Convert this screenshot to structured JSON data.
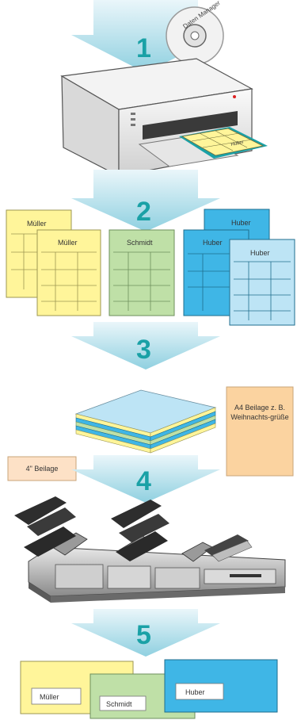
{
  "steps": [
    "1",
    "2",
    "3",
    "4",
    "5"
  ],
  "cd_label": "Daten Manager",
  "printer_sheet_label": "Huber",
  "documents": {
    "mueller_back": "Müller",
    "mueller_front": "Müller",
    "schmidt": "Schmidt",
    "huber_back": "Huber",
    "huber_mid": "Huber",
    "huber_front": "Huber"
  },
  "insert_a4": "A4 Beilage z. B. Weihnachts-grüße",
  "insert_4": "4\" Beilage",
  "envelopes": {
    "mueller": "Müller",
    "schmidt": "Schmidt",
    "huber": "Huber"
  },
  "colors": {
    "arrow": "#bfe3ee",
    "number": "#1aa1a6",
    "yellow": "#fff59a",
    "green": "#bfe0a7",
    "blue": "#3fb6e6",
    "lightblue": "#bde4f5",
    "orange": "#fbd3a0",
    "peach": "#fde1c6"
  }
}
